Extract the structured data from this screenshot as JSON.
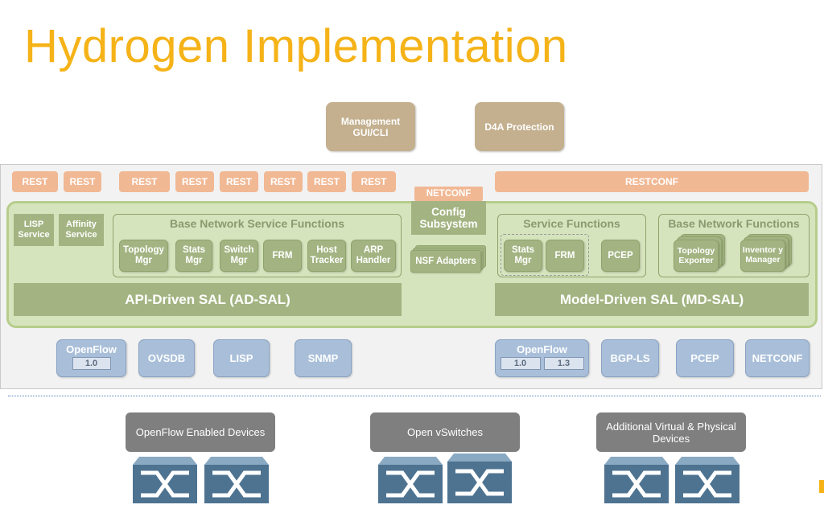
{
  "title": "Hydrogen Implementation",
  "top_apps": {
    "management": "Management\nGUI/CLI",
    "d4a": "D4A Protection"
  },
  "north_apis": {
    "rest_labels": [
      "REST",
      "REST",
      "REST",
      "REST",
      "REST",
      "REST",
      "REST",
      "REST"
    ],
    "restconf": "RESTCONF",
    "netconf": "NETCONF"
  },
  "controller": {
    "lisp_service": "LISP Service",
    "affinity_service": "Affinity Service",
    "base_nsf": {
      "title": "Base Network Service Functions",
      "items": [
        "Topology Mgr",
        "Stats Mgr",
        "Switch Mgr",
        "FRM",
        "Host Tracker",
        "ARP Handler"
      ]
    },
    "config": {
      "title": "Config Subsystem",
      "nsf_adapters": "NSF Adapters"
    },
    "service_functions": {
      "title": "Service Functions",
      "items": [
        "Stats Mgr",
        "FRM",
        "PCEP"
      ]
    },
    "base_network_functions": {
      "title": "Base Network Functions",
      "items": [
        "Topology Exporter",
        "Inventor y Manager"
      ]
    },
    "ad_sal": "API-Driven SAL (AD-SAL)",
    "md_sal": "Model-Driven SAL (MD-SAL)"
  },
  "southbound": {
    "ad": [
      {
        "label": "OpenFlow",
        "versions": [
          "1.0"
        ]
      },
      {
        "label": "OVSDB"
      },
      {
        "label": "LISP"
      },
      {
        "label": "SNMP"
      }
    ],
    "md": [
      {
        "label": "OpenFlow",
        "versions": [
          "1.0",
          "1.3"
        ]
      },
      {
        "label": "BGP-LS"
      },
      {
        "label": "PCEP"
      },
      {
        "label": "NETCONF"
      }
    ]
  },
  "devices": {
    "openflow": "OpenFlow Enabled Devices",
    "vswitches": "Open vSwitches",
    "additional": "Additional Virtual & Physical Devices"
  },
  "colors": {
    "title": "#f5b318",
    "tan": "#c4b08f",
    "orange": "#f1b894",
    "green_light": "#d6e4bd",
    "green_dark": "#a3b482",
    "blue": "#a9bfd9",
    "grey": "#7f7f7f",
    "switch": "#4e7391"
  }
}
